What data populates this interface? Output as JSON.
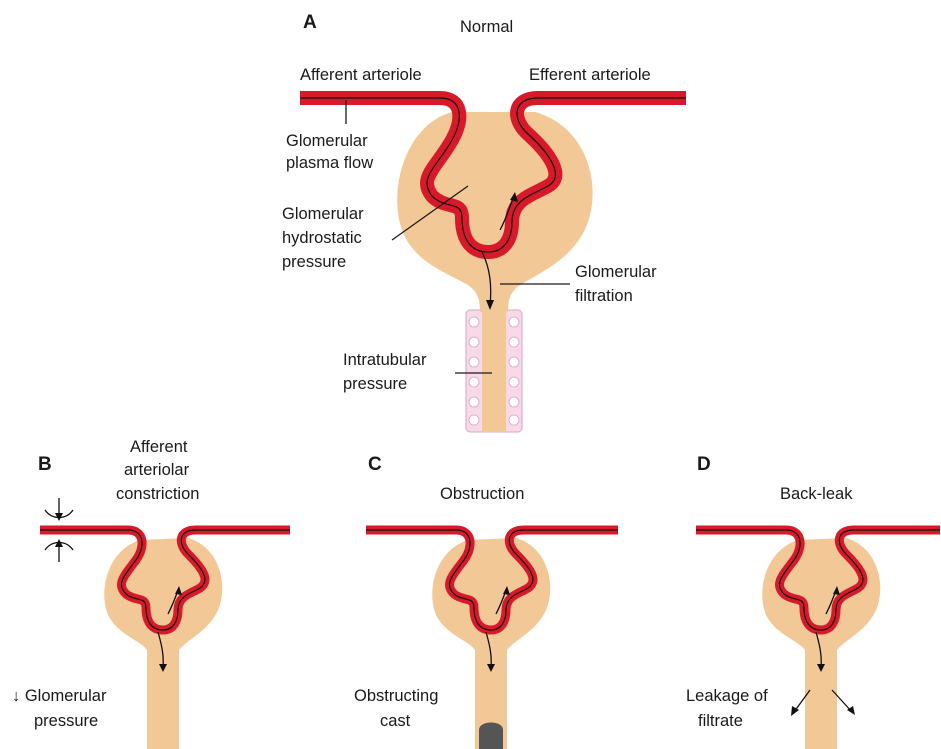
{
  "panels": {
    "a": {
      "letter": "A",
      "title": "Normal",
      "afferent": "Afferent arteriole",
      "efferent": "Efferent arteriole",
      "plasma_flow_1": "Glomerular",
      "plasma_flow_2": "plasma flow",
      "hydrostatic_1": "Glomerular",
      "hydrostatic_2": "hydrostatic",
      "hydrostatic_3": "pressure",
      "filtration_1": "Glomerular",
      "filtration_2": "filtration",
      "intratubular_1": "Intratubular",
      "intratubular_2": "pressure"
    },
    "b": {
      "letter": "B",
      "title_1": "Afferent",
      "title_2": "arteriolar",
      "title_3": "constriction",
      "pressure_1": "↓ Glomerular",
      "pressure_2": "pressure"
    },
    "c": {
      "letter": "C",
      "title": "Obstruction",
      "cast_1": "Obstructing",
      "cast_2": "cast"
    },
    "d": {
      "letter": "D",
      "title": "Back-leak",
      "leak_1": "Leakage of",
      "leak_2": "filtrate"
    }
  },
  "colors": {
    "arteriole": "#d7192a",
    "capsule": "#f2c896",
    "tubule_wall": "#f7d9e8",
    "cast": "#555555"
  }
}
